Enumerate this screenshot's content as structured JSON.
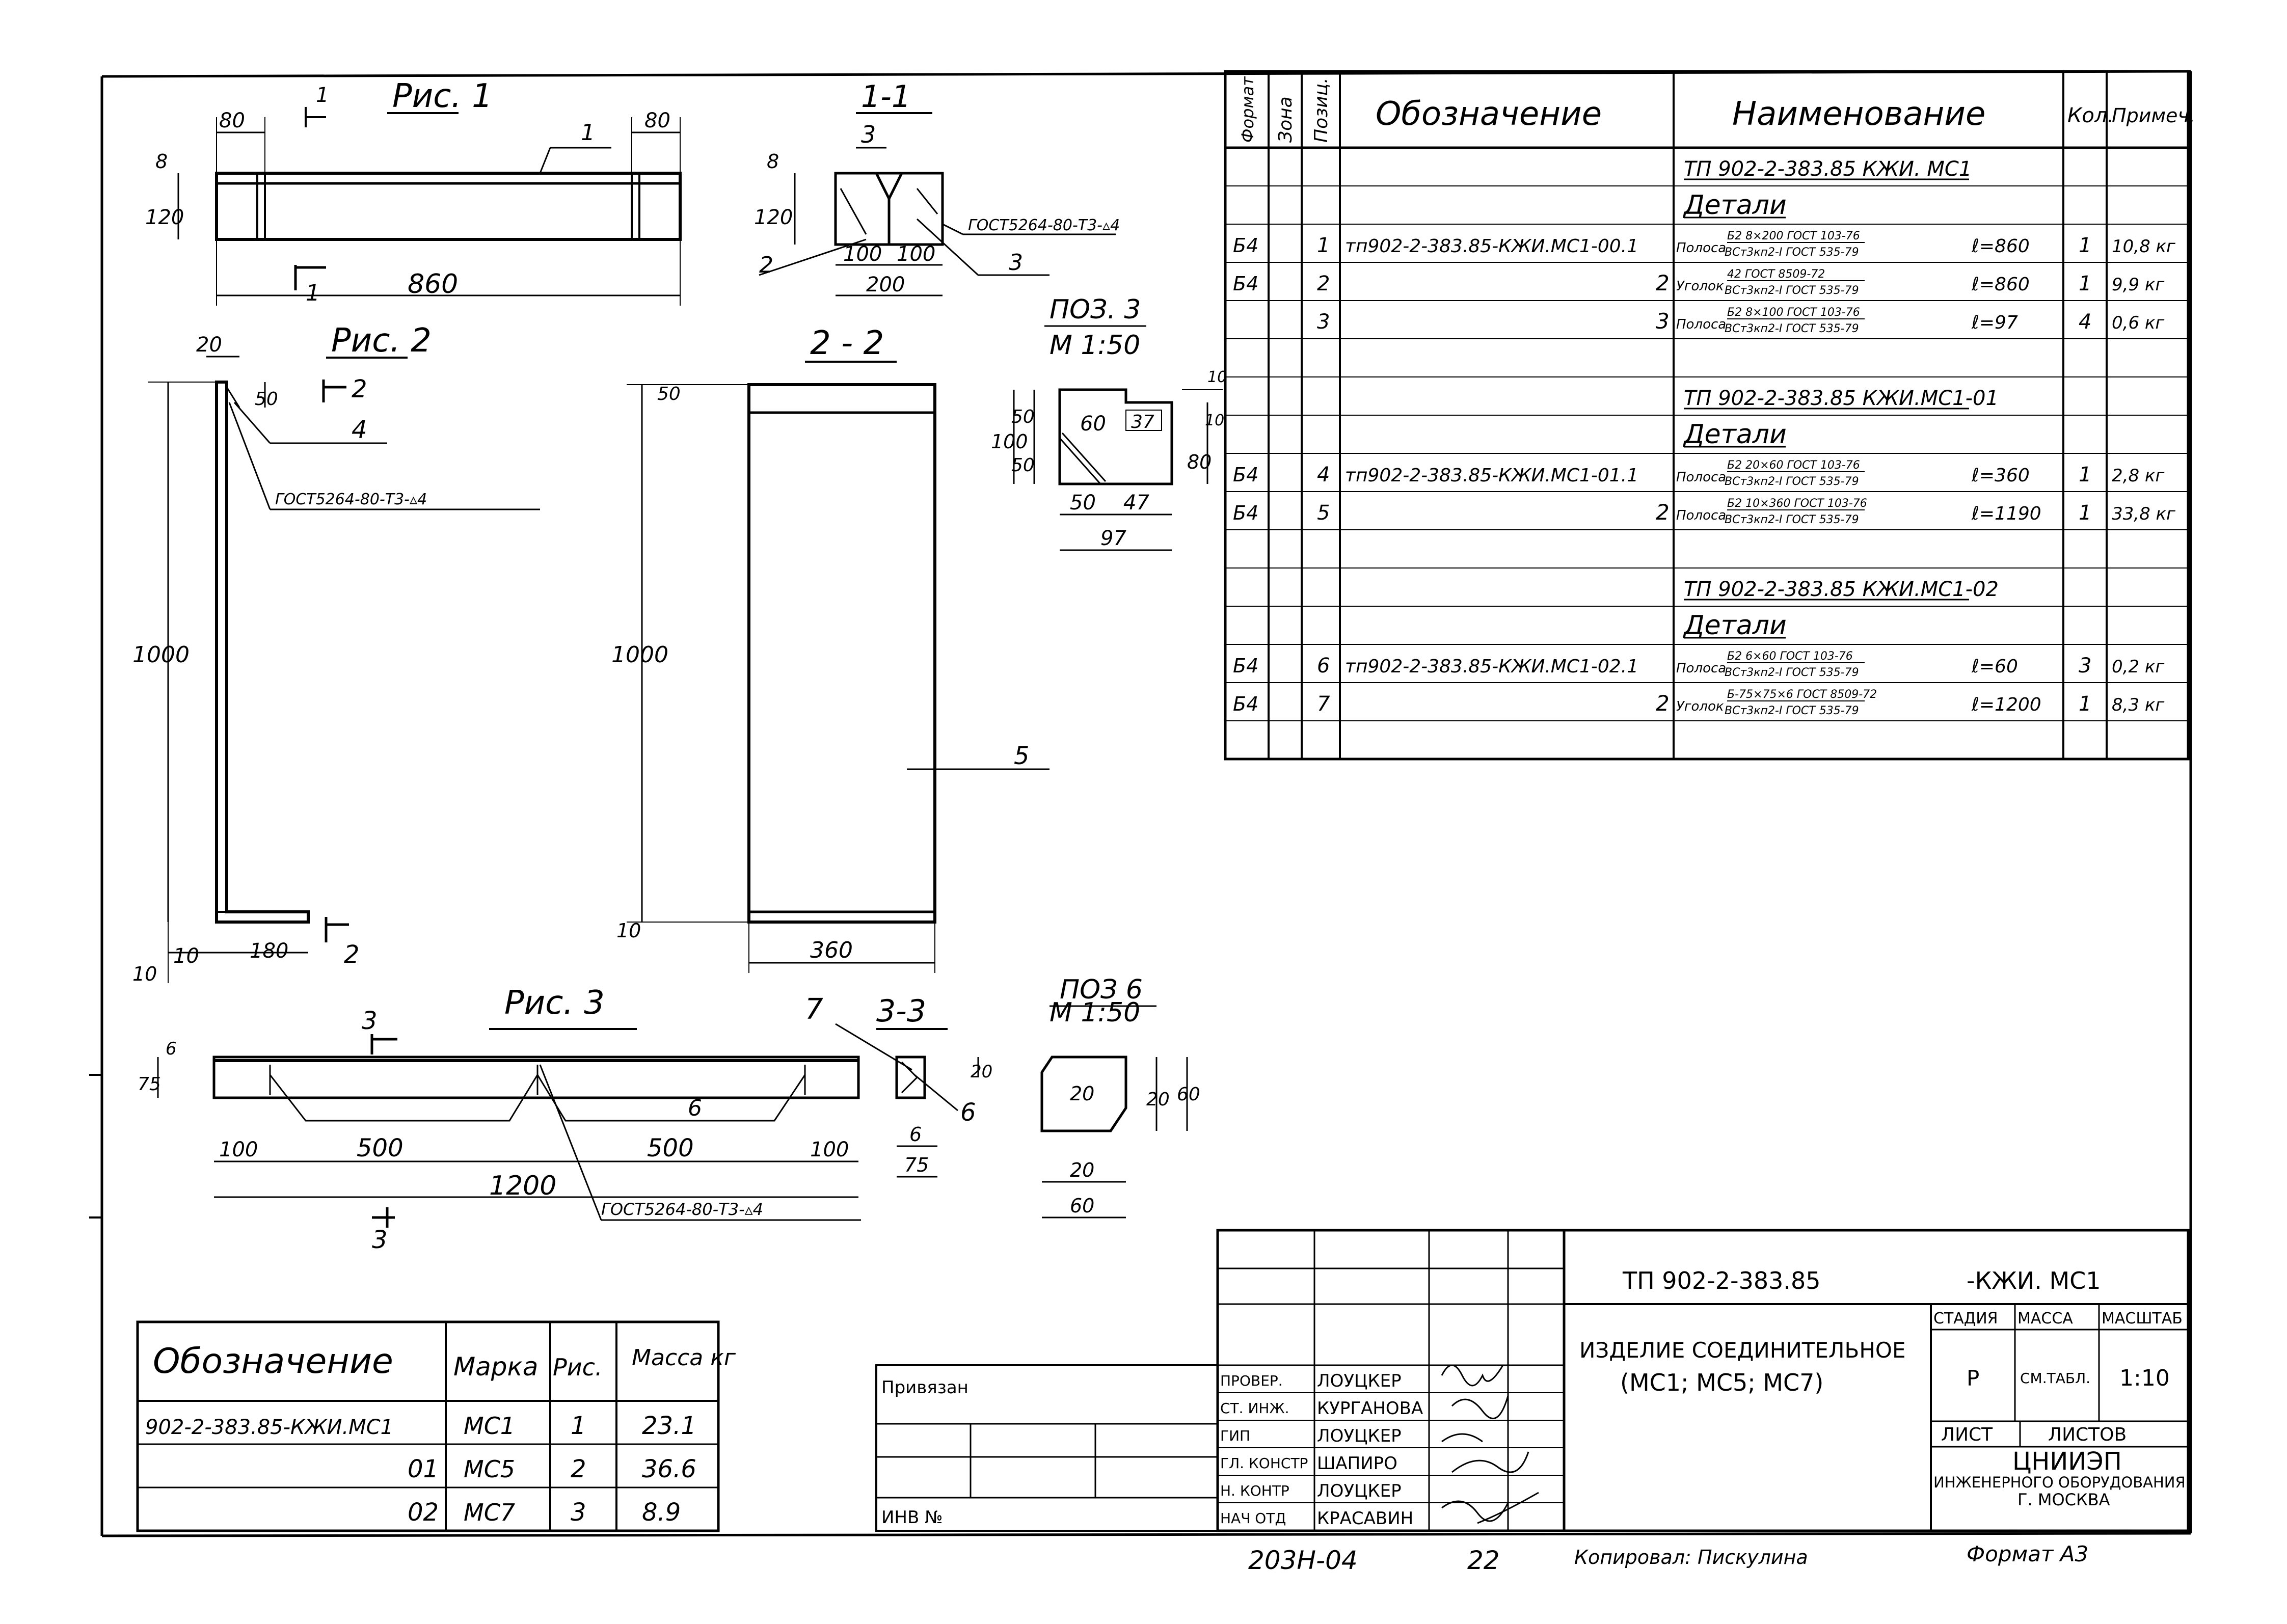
{
  "drawing": {
    "figures": {
      "fig1": {
        "title": "Рис. 1",
        "dims": [
          "80",
          "1",
          "80",
          "8",
          "120",
          "860"
        ],
        "labels": [
          "1",
          "1"
        ],
        "weld": "ГОСТ5264-80-Т3-▵4"
      },
      "sec11": {
        "title": "1-1",
        "dims": [
          "8",
          "120",
          "100",
          "100",
          "200"
        ],
        "labels": [
          "3",
          "2",
          "3"
        ],
        "weld": "ГОСТ5264-80-Т3-▵4"
      },
      "fig2": {
        "title": "Рис. 2",
        "dims": [
          "20",
          "50",
          "1000",
          "10",
          "10",
          "180"
        ],
        "labels": [
          "2",
          "4",
          "2"
        ],
        "weld": "ГОСТ5264-80-Т3-▵4"
      },
      "sec22": {
        "title": "2 - 2",
        "dims": [
          "50",
          "1000",
          "10",
          "360"
        ],
        "labels": [
          "5"
        ]
      },
      "pos3": {
        "title": "ПОЗ. 3",
        "scale": "М 1:50",
        "dims": [
          "10",
          "37",
          "60",
          "50",
          "100",
          "50",
          "80",
          "10",
          "50",
          "47",
          "97"
        ]
      },
      "fig3": {
        "title": "Рис. 3",
        "dims": [
          "6",
          "75",
          "100",
          "500",
          "500",
          "100",
          "1200"
        ],
        "labels": [
          "3",
          "6",
          "3"
        ],
        "weld": "ГОСТ5264-80-Т3-▵4"
      },
      "sec33": {
        "title": "3-3",
        "dims": [
          "20",
          "6",
          "75"
        ],
        "labels": [
          "7",
          "6"
        ]
      },
      "pos6": {
        "title": "ПОЗ 6",
        "scale": "М 1:50",
        "dims": [
          "20",
          "20",
          "60",
          "20",
          "60"
        ]
      }
    },
    "spec": {
      "headers": [
        "Формат",
        "Зона",
        "Позиц.",
        "Обозначение",
        "Наименование",
        "Кол.",
        "Примеч."
      ],
      "rows": [
        {
          "fmt": "",
          "zone": "",
          "pos": "",
          "oboz": "",
          "name": "ТП 902-2-383.85   КЖИ. МС1",
          "qty": "",
          "note": "",
          "style": "title"
        },
        {
          "fmt": "",
          "zone": "",
          "pos": "",
          "oboz": "",
          "name": "Детали",
          "qty": "",
          "note": "",
          "style": "title"
        },
        {
          "fmt": "Б4",
          "zone": "",
          "pos": "1",
          "oboz": "тп902-2-383.85-КЖИ.МС1-00.1",
          "name": "Полоса",
          "mat_top": "Б2 8×200 ГОСТ 103-76",
          "mat_bot": "ВСт3кп2-I ГОСТ 535-79",
          "len": "ℓ=860",
          "qty": "1",
          "note": "10,8 кг"
        },
        {
          "fmt": "Б4",
          "zone": "",
          "pos": "2",
          "oboz": "2",
          "name": "Уголок",
          "mat_top": "42 ГОСТ 8509-72",
          "mat_bot": "ВСт3кп2-I ГОСТ 535-79",
          "len": "ℓ=860",
          "qty": "1",
          "note": "9,9 кг"
        },
        {
          "fmt": "",
          "zone": "",
          "pos": "3",
          "oboz": "3",
          "name": "Полоса",
          "mat_top": "Б2 8×100 ГОСТ 103-76",
          "mat_bot": "ВСт3кп2-I ГОСТ 535-79",
          "len": "ℓ=97",
          "qty": "4",
          "note": "0,6 кг"
        },
        {
          "fmt": "",
          "zone": "",
          "pos": "",
          "oboz": "",
          "name": "",
          "qty": "",
          "note": ""
        },
        {
          "fmt": "",
          "zone": "",
          "pos": "",
          "oboz": "",
          "name": "ТП 902-2-383.85   КЖИ.МС1-01",
          "qty": "",
          "note": "",
          "style": "title"
        },
        {
          "fmt": "",
          "zone": "",
          "pos": "",
          "oboz": "",
          "name": "Детали",
          "qty": "",
          "note": "",
          "style": "title"
        },
        {
          "fmt": "Б4",
          "zone": "",
          "pos": "4",
          "oboz": "тп902-2-383.85-КЖИ.МС1-01.1",
          "name": "Полоса",
          "mat_top": "Б2 20×60 ГОСТ 103-76",
          "mat_bot": "ВСт3кп2-I ГОСТ 535-79",
          "len": "ℓ=360",
          "qty": "1",
          "note": "2,8 кг"
        },
        {
          "fmt": "Б4",
          "zone": "",
          "pos": "5",
          "oboz": "2",
          "name": "Полоса",
          "mat_top": "Б2 10×360 ГОСТ 103-76",
          "mat_bot": "ВСт3кп2-I ГОСТ 535-79",
          "len": "ℓ=1190",
          "qty": "1",
          "note": "33,8 кг"
        },
        {
          "fmt": "",
          "zone": "",
          "pos": "",
          "oboz": "",
          "name": "",
          "qty": "",
          "note": ""
        },
        {
          "fmt": "",
          "zone": "",
          "pos": "",
          "oboz": "",
          "name": "ТП 902-2-383.85   КЖИ.МС1-02",
          "qty": "",
          "note": "",
          "style": "title"
        },
        {
          "fmt": "",
          "zone": "",
          "pos": "",
          "oboz": "",
          "name": "Детали",
          "qty": "",
          "note": "",
          "style": "title"
        },
        {
          "fmt": "Б4",
          "zone": "",
          "pos": "6",
          "oboz": "тп902-2-383.85-КЖИ.МС1-02.1",
          "name": "Полоса",
          "mat_top": "Б2 6×60 ГОСТ 103-76",
          "mat_bot": "ВСт3кп2-I ГОСТ 535-79",
          "len": "ℓ=60",
          "qty": "3",
          "note": "0,2 кг"
        },
        {
          "fmt": "Б4",
          "zone": "",
          "pos": "7",
          "oboz": "2",
          "name": "Уголок",
          "mat_top": "Б-75×75×6 ГОСТ 8509-72",
          "mat_bot": "ВСт3кп2-I ГОСТ 535-79",
          "len": "ℓ=1200",
          "qty": "1",
          "note": "8,3 кг"
        },
        {
          "fmt": "",
          "zone": "",
          "pos": "",
          "oboz": "",
          "name": "",
          "qty": "",
          "note": ""
        }
      ]
    },
    "marks_table": {
      "headers": [
        "Обозначение",
        "Марка",
        "Рис.",
        "Масса кг"
      ],
      "rows": [
        [
          "902-2-383.85-КЖИ.МС1",
          "МС1",
          "1",
          "23.1"
        ],
        [
          "01",
          "МС5",
          "2",
          "36.6"
        ],
        [
          "02",
          "МС7",
          "3",
          "8.9"
        ]
      ]
    },
    "title_block": {
      "doc_code": "ТП 902-2-383.85",
      "doc_suffix": "-КЖИ. МС1",
      "title_l1": "ИЗДЕЛИЕ СОЕДИНИТЕЛЬНОЕ",
      "title_l2": "(МС1; МС5; МС7)",
      "stage_h": "СТАДИЯ",
      "mass_h": "МАССА",
      "scale_h": "МАСШТАБ",
      "stage": "Р",
      "mass": "СМ.ТАБЛ.",
      "scale": "1:10",
      "sheet_h": "ЛИСТ",
      "sheets_h": "ЛИСТОВ",
      "org_l1": "ЦНИИЭП",
      "org_l2": "ИНЖЕНЕРНОГО ОБОРУДОВАНИЯ",
      "org_l3": "Г. МОСКВА",
      "privyazan": "Привязан",
      "inv": "ИНВ №",
      "signers": [
        {
          "role": "ПРОВЕР.",
          "name": "ЛОУЦКЕР"
        },
        {
          "role": "СТ. ИНЖ.",
          "name": "КУРГАНОВА"
        },
        {
          "role": "ГИП",
          "name": "ЛОУЦКЕР"
        },
        {
          "role": "ГЛ. КОНСТР",
          "name": "ШАПИРО"
        },
        {
          "role": "Н. КОНТР",
          "name": "ЛОУЦКЕР"
        },
        {
          "role": "НАЧ ОТД",
          "name": "КРАСАВИН"
        }
      ]
    },
    "bottom": {
      "archive": "203Н-04",
      "sheet_no": "22",
      "copied": "Копировал: Пискулина",
      "format": "Формат А3"
    }
  }
}
